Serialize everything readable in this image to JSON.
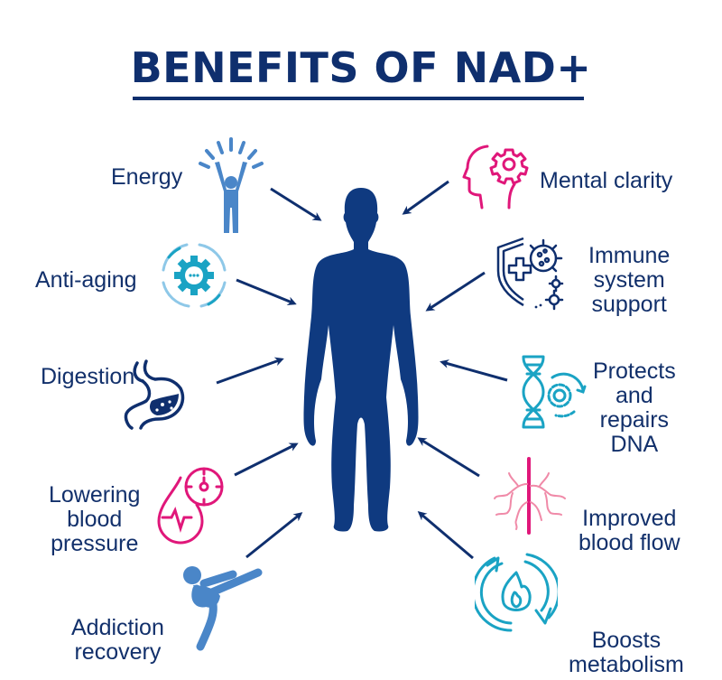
{
  "title": "BENEFITS OF NAD+",
  "colors": {
    "navy": "#0f2f6e",
    "light_blue": "#4a86c8",
    "teal": "#1aa3c4",
    "sky": "#8ec8e8",
    "magenta": "#e0177a",
    "pink": "#f08aa8"
  },
  "center_figure": {
    "icon": "human-body-silhouette-icon"
  },
  "benefits": [
    {
      "id": "energy",
      "label": "Energy",
      "icon": "raised-arms-person-icon",
      "side": "left"
    },
    {
      "id": "anti-aging",
      "label": "Anti-aging",
      "icon": "gear-cycle-icon",
      "side": "left"
    },
    {
      "id": "digestion",
      "label": "Digestion",
      "icon": "stomach-icon",
      "side": "left"
    },
    {
      "id": "blood-pressure",
      "label_lines": [
        "Lowering",
        "blood",
        "pressure"
      ],
      "icon": "blood-drop-gauge-icon",
      "side": "left"
    },
    {
      "id": "addiction",
      "label_lines": [
        "Addiction",
        "recovery"
      ],
      "icon": "kicking-person-icon",
      "side": "left"
    },
    {
      "id": "mental-clarity",
      "label": "Mental clarity",
      "icon": "head-gear-icon",
      "side": "right"
    },
    {
      "id": "immune",
      "label_lines": [
        "Immune",
        "system",
        "support"
      ],
      "icon": "shield-virus-icon",
      "side": "right"
    },
    {
      "id": "dna",
      "label_lines": [
        "Protects",
        "and",
        "repairs",
        "DNA"
      ],
      "icon": "dna-gear-icon",
      "side": "right"
    },
    {
      "id": "blood-flow",
      "label_lines": [
        "Improved",
        "blood flow"
      ],
      "icon": "blood-vessel-icon",
      "side": "right"
    },
    {
      "id": "metabolism",
      "label_lines": [
        "Boosts",
        "metabolism"
      ],
      "icon": "flame-cycle-icon",
      "side": "right"
    }
  ]
}
